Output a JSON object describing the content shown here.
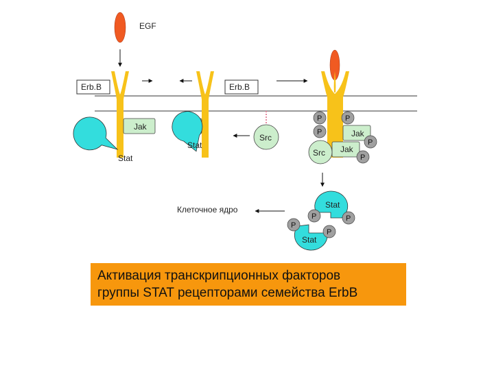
{
  "labels": {
    "egf": "EGF",
    "erbb_left": "Erb.B",
    "erbb_right": "Erb.B",
    "jak": "Jak",
    "stat": "Stat",
    "src": "Src",
    "p": "P",
    "nucleus": "Клеточное ядро"
  },
  "caption": {
    "line1": "Активация транскрипционных факторов",
    "line2": "группы STAT рецепторами семейства ErbB"
  },
  "colors": {
    "ligand": "#f05a22",
    "receptor": "#f7c21a",
    "jak": "#cceecc",
    "stat": "#33dddd",
    "phospho": "#a0a0a0",
    "caption_bg": "#f7970d"
  }
}
